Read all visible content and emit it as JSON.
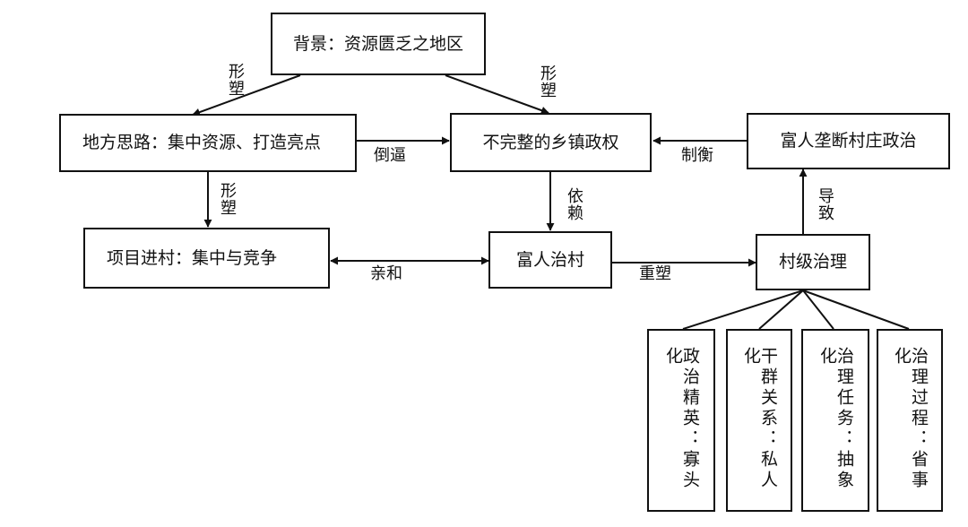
{
  "nodes": {
    "background": "背景：资源匮乏之地区",
    "local_thinking": "地方思路：集中资源、打造亮点",
    "township": "不完整的乡镇政权",
    "rich_monopoly": "富人垄断村庄政治",
    "project": "项目进村：集中与竞争",
    "rich_rule": "富人治村",
    "village_gov": "村级治理",
    "sub1": "政治精英：寡头化",
    "sub2": "干群关系：私人化",
    "sub3": "治理任务：抽象化",
    "sub4": "治理过程：省事化"
  },
  "edge_labels": {
    "shape_left": "形塑",
    "shape_right": "形塑",
    "force": "倒逼",
    "check": "制衡",
    "shape_down": "形塑",
    "rely": "依赖",
    "lead": "导致",
    "affinity": "亲和",
    "reshape": "重塑"
  }
}
